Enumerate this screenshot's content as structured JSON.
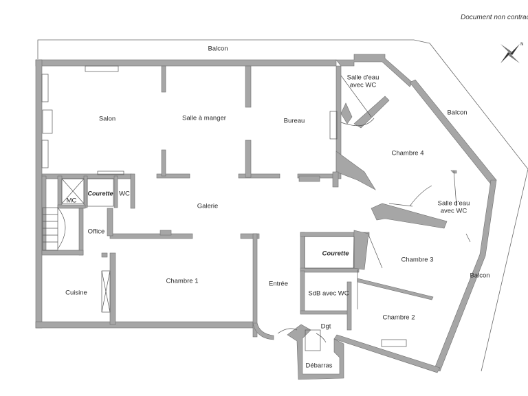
{
  "watermark": "Document non contractuel",
  "compass": {
    "label": "N"
  },
  "rooms": {
    "balcon_top": "Balcon",
    "salon": "Salon",
    "salle_a_manger": "Salle à manger",
    "bureau": "Bureau",
    "salle_deau_1_line1": "Salle d'eau",
    "salle_deau_1_line2": "avec WC",
    "balcon_right_top": "Balcon",
    "chambre_4": "Chambre 4",
    "mc": "MC",
    "courette_1": "Courette",
    "wc": "WC",
    "galerie": "Galerie",
    "salle_deau_2_line1": "Salle d'eau",
    "salle_deau_2_line2": "avec WC",
    "office": "Office",
    "courette_2": "Courette",
    "chambre_3": "Chambre 3",
    "balcon_right": "Balcon",
    "chambre_1": "Chambre 1",
    "entree": "Entrée",
    "cuisine": "Cuisine",
    "sdb": "SdB avec WC",
    "chambre_2": "Chambre 2",
    "dgt": "Dgt",
    "debarras": "Débarras"
  },
  "colors": {
    "wall": "#a6a6a6",
    "wall_stroke": "#6e6e6e",
    "line": "#555555",
    "background": "#ffffff"
  }
}
